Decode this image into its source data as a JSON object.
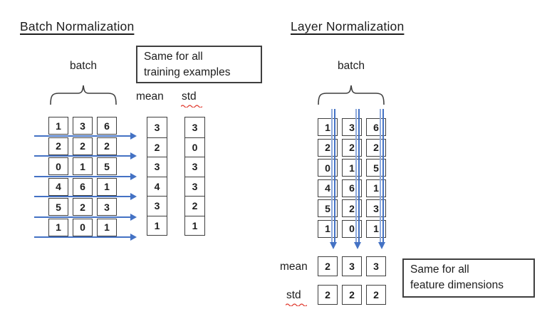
{
  "colors": {
    "arrow_blue": "#4472C4",
    "arrow_blue_light": "#8FAADC",
    "box_border": "#3F3F3F",
    "squiggle_red": "#E0392E"
  },
  "batch_norm": {
    "title": "Batch Normalization",
    "batch_label": "batch",
    "note": {
      "line1": "Same for all",
      "line2": "training examples"
    },
    "mean_label": "mean",
    "std_label": "std",
    "matrix": [
      [
        1,
        3,
        6
      ],
      [
        2,
        2,
        2
      ],
      [
        0,
        1,
        5
      ],
      [
        4,
        6,
        1
      ],
      [
        5,
        2,
        3
      ],
      [
        1,
        0,
        1
      ]
    ],
    "mean": [
      3,
      2,
      3,
      4,
      3,
      1
    ],
    "std": [
      3,
      0,
      3,
      3,
      2,
      1
    ]
  },
  "layer_norm": {
    "title": "Layer Normalization",
    "batch_label": "batch",
    "note": {
      "line1": "Same for all",
      "line2": "feature dimensions"
    },
    "mean_label": "mean",
    "std_label": "std",
    "matrix": [
      [
        1,
        3,
        6
      ],
      [
        2,
        2,
        2
      ],
      [
        0,
        1,
        5
      ],
      [
        4,
        6,
        1
      ],
      [
        5,
        2,
        3
      ],
      [
        1,
        0,
        1
      ]
    ],
    "mean": [
      2,
      3,
      3
    ],
    "std": [
      2,
      2,
      2
    ]
  }
}
